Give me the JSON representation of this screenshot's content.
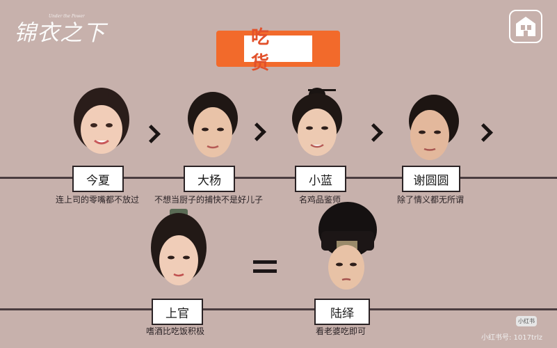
{
  "logo": {
    "title": "锦衣之下",
    "subtitle": "Under the Power"
  },
  "banner": {
    "title": "吃 货"
  },
  "row1": [
    {
      "name": "今夏",
      "desc": "连上司的零嘴都不放过"
    },
    {
      "name": "大杨",
      "desc": "不想当厨子的捕快不是好儿子"
    },
    {
      "name": "小蓝",
      "desc": "名鸡品鉴师"
    },
    {
      "name": "谢圆圆",
      "desc": "除了情义都无所谓"
    }
  ],
  "row2": [
    {
      "name": "上官",
      "desc": "嗜酒比吃饭积极"
    },
    {
      "name": "陆绎",
      "desc": "看老婆吃即可"
    }
  ],
  "watermark": {
    "badge": "小红书",
    "text": "小红书号: 1017trlz"
  },
  "colors": {
    "background": "#c7b1ac",
    "banner": "#f26a2b",
    "banner_text": "#e2512b",
    "line": "#4a3c3f"
  },
  "icons": {
    "corner": "house-window-icon",
    "arrow": "chevron-right-icon",
    "equals": "equals-sign-icon",
    "portrait": "face-portrait-icon"
  }
}
